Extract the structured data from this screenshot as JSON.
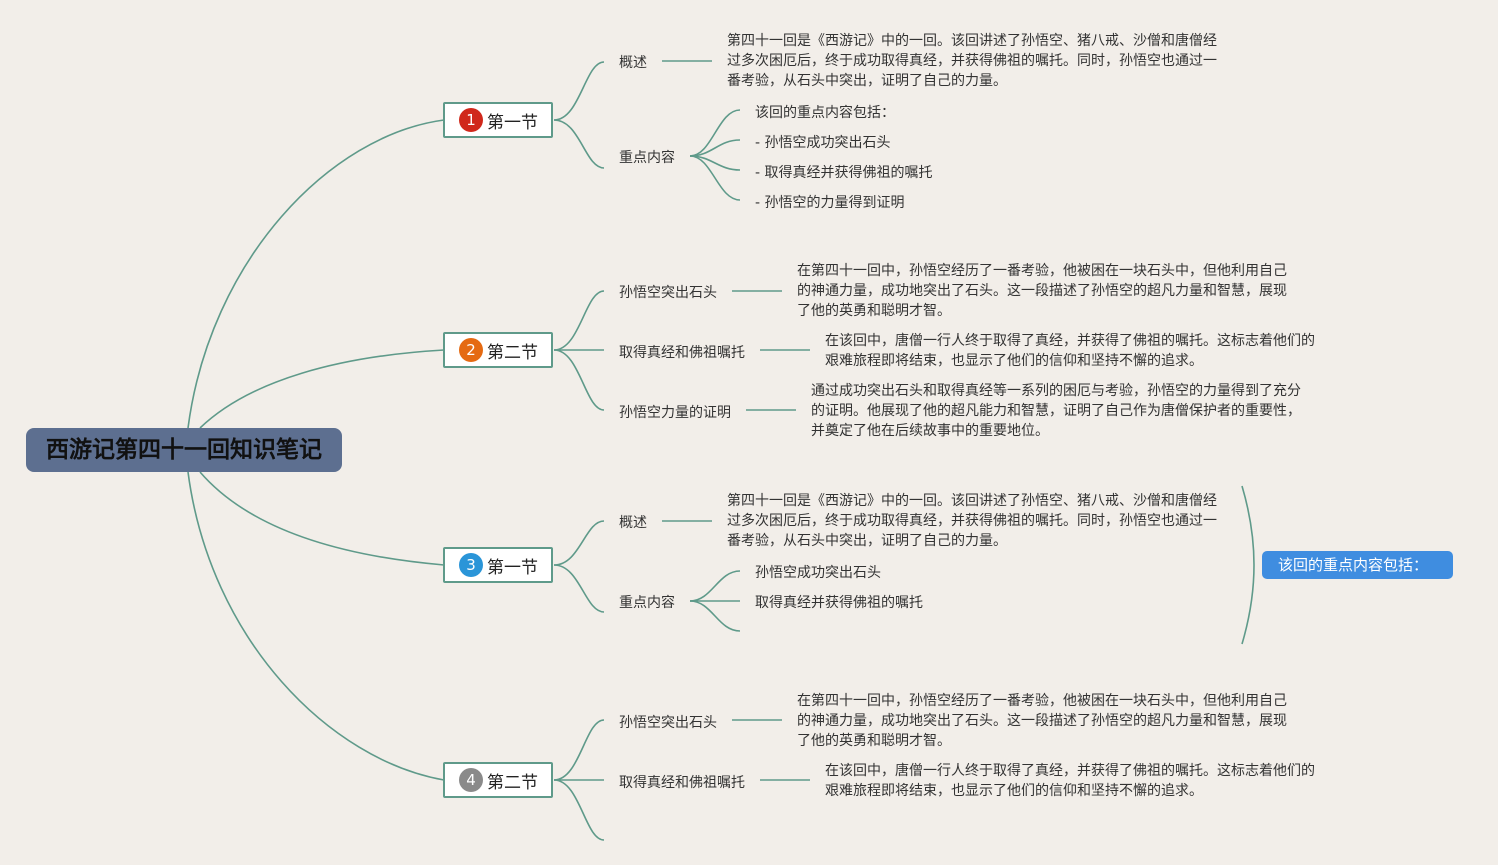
{
  "root": {
    "title": "西游记第四十一回知识笔记"
  },
  "sections": [
    {
      "badge": "1",
      "badge_color": "#d0281b",
      "label": "第一节",
      "topics": [
        {
          "label": "概述",
          "text": "第四十一回是《西游记》中的一回。该回讲述了孙悟空、猪八戒、沙僧和唐僧经过多次困厄后，终于成功取得真经，并获得佛祖的嘱托。同时，孙悟空也通过一番考验，从石头中突出，证明了自己的力量。"
        },
        {
          "label": "重点内容",
          "items": [
            "该回的重点内容包括：",
            "- 孙悟空成功突出石头",
            "- 取得真经并获得佛祖的嘱托",
            "- 孙悟空的力量得到证明"
          ]
        }
      ]
    },
    {
      "badge": "2",
      "badge_color": "#e56a12",
      "label": "第二节",
      "topics": [
        {
          "label": "孙悟空突出石头",
          "text": "在第四十一回中，孙悟空经历了一番考验，他被困在一块石头中，但他利用自己的神通力量，成功地突出了石头。这一段描述了孙悟空的超凡力量和智慧，展现了他的英勇和聪明才智。"
        },
        {
          "label": "取得真经和佛祖嘱托",
          "text": "在该回中，唐僧一行人终于取得了真经，并获得了佛祖的嘱托。这标志着他们的艰难旅程即将结束，也显示了他们的信仰和坚持不懈的追求。"
        },
        {
          "label": "孙悟空力量的证明",
          "text": "通过成功突出石头和取得真经等一系列的困厄与考验，孙悟空的力量得到了充分的证明。他展现了他的超凡能力和智慧，证明了自己作为唐僧保护者的重要性，并奠定了他在后续故事中的重要地位。"
        }
      ]
    },
    {
      "badge": "3",
      "badge_color": "#2a95d8",
      "label": "第一节",
      "topics": [
        {
          "label": "概述",
          "text": "第四十一回是《西游记》中的一回。该回讲述了孙悟空、猪八戒、沙僧和唐僧经过多次困厄后，终于成功取得真经，并获得佛祖的嘱托。同时，孙悟空也通过一番考验，从石头中突出，证明了自己的力量。"
        },
        {
          "label": "重点内容",
          "items": [
            "孙悟空成功突出石头",
            "取得真经并获得佛祖的嘱托"
          ]
        }
      ]
    },
    {
      "badge": "4",
      "badge_color": "#8a8a8a",
      "label": "第二节",
      "topics": [
        {
          "label": "孙悟空突出石头",
          "text": "在第四十一回中，孙悟空经历了一番考验，他被困在一块石头中，但他利用自己的神通力量，成功地突出了石头。这一段描述了孙悟空的超凡力量和智慧，展现了他的英勇和聪明才智。"
        },
        {
          "label": "取得真经和佛祖嘱托",
          "text": "在该回中，唐僧一行人终于取得了真经，并获得了佛祖的嘱托。这标志着他们的艰难旅程即将结束，也显示了他们的信仰和坚持不懈的追求。"
        }
      ]
    }
  ],
  "summary": {
    "label": "该回的重点内容包括：",
    "color": "#3f8de0"
  }
}
